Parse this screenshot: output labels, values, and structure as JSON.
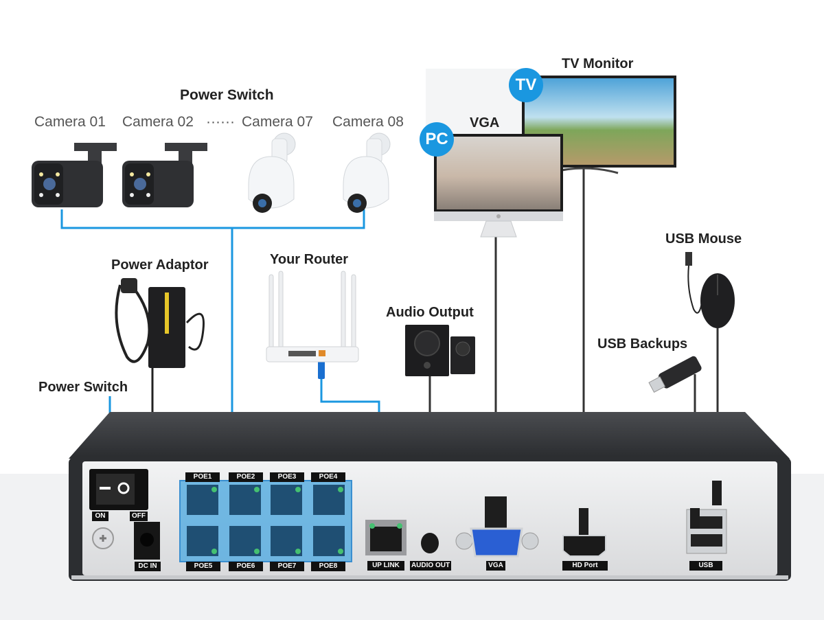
{
  "diagram": {
    "title": "NVR Connection Diagram",
    "cameras_header": "Power Switch",
    "cameras": [
      {
        "label": "Camera 01",
        "type": "bullet"
      },
      {
        "label": "Camera 02",
        "type": "bullet"
      },
      {
        "label": "Camera 07",
        "type": "ptz-dome"
      },
      {
        "label": "Camera 08",
        "type": "ptz-dome"
      }
    ],
    "camera_ellipsis": "······",
    "devices": {
      "power_adaptor": "Power Adaptor",
      "power_switch": "Power Switch",
      "router": "Your Router",
      "audio_output": "Audio Output",
      "vga": "VGA",
      "pc_badge": "PC",
      "tv_monitor": "TV Monitor",
      "tv_badge": "TV",
      "usb_mouse": "USB Mouse",
      "usb_backups": "USB Backups"
    },
    "nvr_ports": {
      "on": "ON",
      "off": "OFF",
      "dc_in": "DC IN",
      "poe_top": [
        "POE1",
        "POE2",
        "POE3",
        "POE4"
      ],
      "poe_bottom": [
        "POE5",
        "POE6",
        "POE7",
        "POE8"
      ],
      "uplink": "UP LINK",
      "audio_out": "AUDIO OUT",
      "vga": "VGA",
      "hd_port": "HD Port",
      "usb": "USB"
    },
    "colors": {
      "network_cable": "#1a97e0",
      "power_cable": "#222222",
      "badge": "#1a97e0",
      "nvr_body": "#2c2e31",
      "nvr_panel": "#e4e5e7",
      "poe_highlight": "#5aaee0"
    }
  }
}
